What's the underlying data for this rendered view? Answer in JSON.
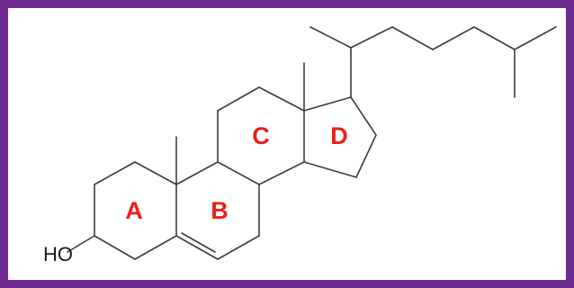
{
  "molecule": {
    "hydroxyl_label": "HO",
    "rings": [
      {
        "label": "A"
      },
      {
        "label": "B"
      },
      {
        "label": "C"
      },
      {
        "label": "D"
      }
    ]
  },
  "colors": {
    "frame": "#6d2a8e",
    "background": "#ffffff",
    "bond": "#3c3c3c",
    "ring_label": "#e8201e",
    "atom_label": "#1a1a1a"
  }
}
